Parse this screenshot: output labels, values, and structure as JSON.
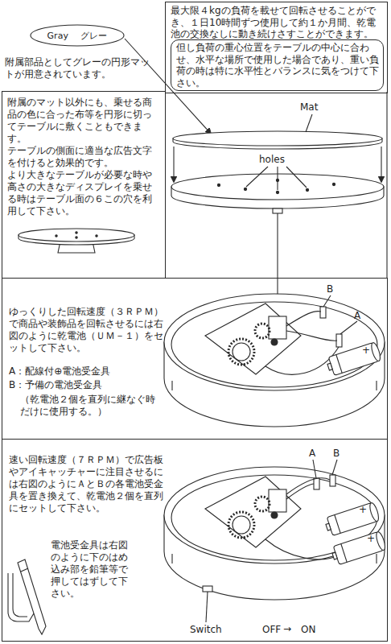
{
  "diagram": {
    "nodes": [
      {
        "text": [
          "Gray グレー"
        ]
      },
      {
        "text": [
          "最大限４kgの負荷を載せて回転させることができ、１日10時間ずつ使用して約１か月間、乾電池の交換なしに動き続けさすことができます。"
        ]
      },
      {
        "text": [
          "但し負荷の重心位置をテーブルの中心に合わせ、水平な場所で使用した場合であり、重い負荷の時は特に水平性とバランスに気をつけて下さい。"
        ],
        "in": 1
      },
      {
        "text": [
          "附属のマット以外にも、乗せる商品の色に合った布等を円形に切ってテーブルに敷くこともできます。",
          "テーブルの側面に適当な広告文字を付けると効果的です。",
          "より大きなテーブルが必要な時や高さの大きなディスプレイを乗せる時はテーブル面の６この穴を利用して下さい。"
        ]
      },
      {
        "text": [
          "ゆっくりした回転速度（３ＲＰＭ）で商品や装飾品を回転させるには右図のように乾電池（ＵＭ－１）をセットして下さい。",
          "A：配線付⊕電池受金具",
          "B：予備の電池受金具",
          "（乾電池２個を直列に継なぐ時だけに使用する。）"
        ]
      },
      {
        "text": [
          "速い回転速度（７ＲＰＭ）で広告板やアイキャッチャーに注目させるには右図のようにＡとＢの各電池受金具を置き換えて、乾電池２個を直列にセットして下さい。",
          "電池受金具は右図のように下のはめ込み部を鉛筆等で押してはずして下さい。"
        ]
      }
    ],
    "labels": [
      "附属部品としてグレーの円形マットが用意されています。",
      "Mat",
      "holes",
      "B",
      "A",
      "+",
      "A",
      "B",
      "+",
      "+",
      "Switch",
      "OFF",
      "→",
      "ON"
    ]
  }
}
